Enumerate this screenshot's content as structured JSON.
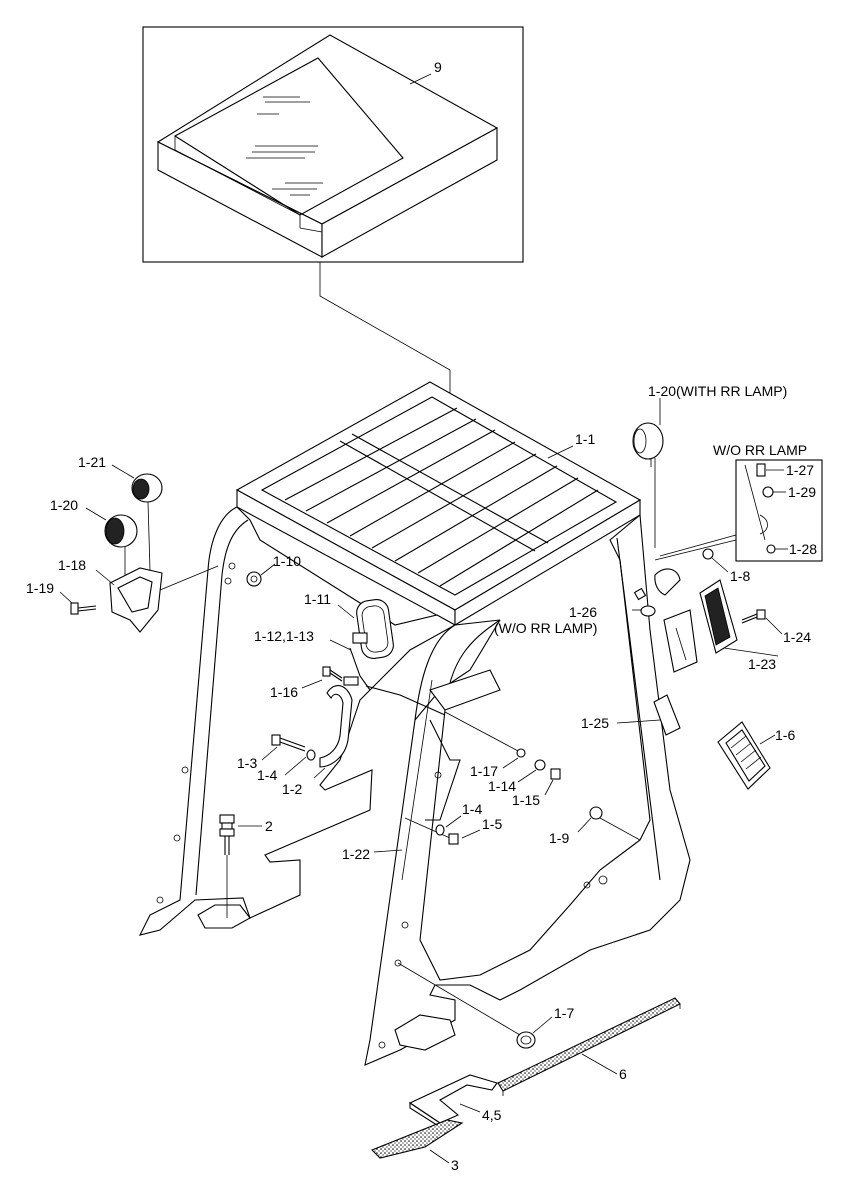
{
  "labels": {
    "l9": "9",
    "l1_1": "1-1",
    "l1_20_rr": "1-20(WITH RR LAMP)",
    "lwo_rr": "W/O RR LAMP",
    "l1_27": "1-27",
    "l1_29": "1-29",
    "l1_28": "1-28",
    "l1_21": "1-21",
    "l1_20": "1-20",
    "l1_10": "1-10",
    "l1_18": "1-18",
    "l1_19": "1-19",
    "l1_8": "1-8",
    "l1_11": "1-11",
    "l1_26": "1-26",
    "lwo_rr2": "(W/O RR LAMP)",
    "l1_24": "1-24",
    "l1_12": "1-12,1-13",
    "l1_23": "1-23",
    "l1_16": "1-16",
    "l1_25": "1-25",
    "l1_6": "1-6",
    "l1_3": "1-3",
    "l1_17": "1-17",
    "l1_4a": "1-4",
    "l1_14": "1-14",
    "l1_2": "1-2",
    "l1_15": "1-15",
    "l2": "2",
    "l1_4b": "1-4",
    "l1_5": "1-5",
    "l1_9": "1-9",
    "l1_22": "1-22",
    "l1_7": "1-7",
    "l6": "6",
    "l4_5": "4,5",
    "l3": "3"
  }
}
